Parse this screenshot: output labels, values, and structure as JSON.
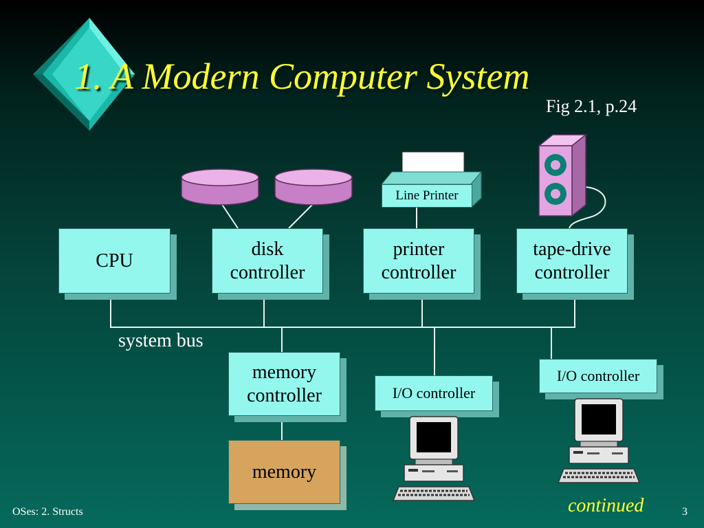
{
  "slide": {
    "title": "1.  A Modern Computer System",
    "figure_ref": "Fig 2.1, p.24",
    "footer_left": "OSes: 2.  Structs",
    "continued": "continued",
    "page_number": "3"
  },
  "diagram": {
    "cpu": "CPU",
    "disk_controller": [
      "disk",
      "controller"
    ],
    "printer_controller": [
      "printer",
      "controller"
    ],
    "tape_controller": [
      "tape-drive",
      "controller"
    ],
    "bus_label": "system bus",
    "memory_controller": [
      "memory",
      "controller"
    ],
    "memory": "memory",
    "io_controller_1": "I/O controller",
    "io_controller_2": "I/O controller",
    "line_printer": "Line Printer"
  },
  "colors": {
    "title": "#ffff33",
    "box_fill": "#93f7ee",
    "memory_fill": "#d6a45d",
    "disk_fill": "#e9a6e8",
    "tape_drive_fill": "#e3a4e2",
    "background_bottom": "#056a5c"
  },
  "icons": [
    "diamond-bullet-icon",
    "disk-icon",
    "line-printer-icon",
    "tape-drive-icon",
    "computer-terminal-icon"
  ]
}
